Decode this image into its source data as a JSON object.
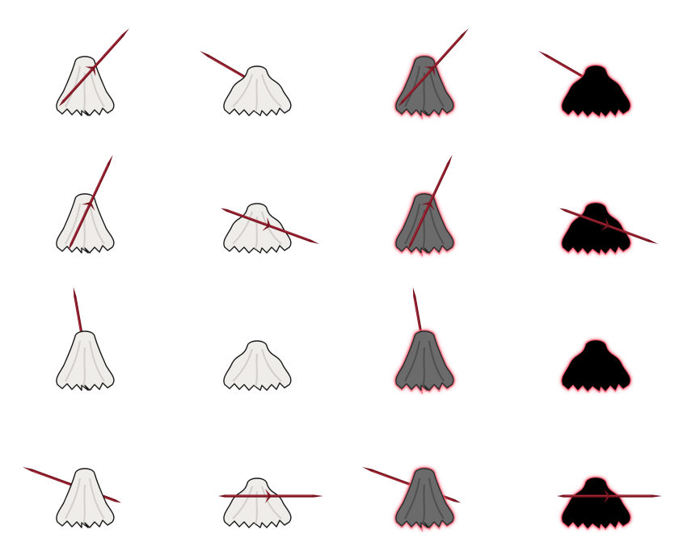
{
  "sheet": {
    "rows": 4,
    "columns": 4,
    "background": "#ffffff"
  },
  "variants": [
    {
      "name": "normal",
      "robe": "#efedea",
      "robe_shade": "#d2cfcb",
      "outline": "#1a1a1a",
      "glow": null
    },
    {
      "name": "normal",
      "robe": "#efedea",
      "robe_shade": "#d2cfcb",
      "outline": "#1a1a1a",
      "glow": null
    },
    {
      "name": "shadow-glow",
      "robe": "#6b6b6b",
      "robe_shade": "#4f4f4f",
      "outline": "#2a2a2a",
      "glow": "#ff5a6e"
    },
    {
      "name": "silhouette-glow",
      "robe": "#000000",
      "robe_shade": "#000000",
      "outline": "#000000",
      "glow": "#ff3a55"
    }
  ],
  "spear": {
    "color": "#7a1622",
    "highlight": "#b83040",
    "glow": "#ff4a60"
  },
  "sprites": [
    {
      "row": 1,
      "col": 1,
      "facing": "back",
      "robe_variant": 0,
      "spear_angle": -48
    },
    {
      "row": 1,
      "col": 2,
      "facing": "back-wide",
      "robe_variant": 1,
      "spear_angle": 210
    },
    {
      "row": 1,
      "col": 3,
      "facing": "back",
      "robe_variant": 2,
      "spear_angle": -48
    },
    {
      "row": 1,
      "col": 4,
      "facing": "back-wide",
      "robe_variant": 3,
      "spear_angle": 210
    },
    {
      "row": 2,
      "col": 1,
      "facing": "back",
      "robe_variant": 0,
      "spear_angle": -65
    },
    {
      "row": 2,
      "col": 2,
      "facing": "back-wide",
      "robe_variant": 1,
      "spear_angle": 20
    },
    {
      "row": 2,
      "col": 3,
      "facing": "back",
      "robe_variant": 2,
      "spear_angle": -65
    },
    {
      "row": 2,
      "col": 4,
      "facing": "back-wide",
      "robe_variant": 3,
      "spear_angle": 20
    },
    {
      "row": 3,
      "col": 1,
      "facing": "back",
      "robe_variant": 0,
      "spear_angle": -100
    },
    {
      "row": 3,
      "col": 2,
      "facing": "back-wide",
      "robe_variant": 1,
      "spear_angle": null
    },
    {
      "row": 3,
      "col": 3,
      "facing": "back",
      "robe_variant": 2,
      "spear_angle": -100
    },
    {
      "row": 3,
      "col": 4,
      "facing": "back-wide",
      "robe_variant": 3,
      "spear_angle": null
    },
    {
      "row": 4,
      "col": 1,
      "facing": "back",
      "robe_variant": 0,
      "spear_angle": 200
    },
    {
      "row": 4,
      "col": 2,
      "facing": "back-wide",
      "robe_variant": 1,
      "spear_angle": 0
    },
    {
      "row": 4,
      "col": 3,
      "facing": "back",
      "robe_variant": 2,
      "spear_angle": 200
    },
    {
      "row": 4,
      "col": 4,
      "facing": "back-wide",
      "robe_variant": 3,
      "spear_angle": 0
    }
  ]
}
